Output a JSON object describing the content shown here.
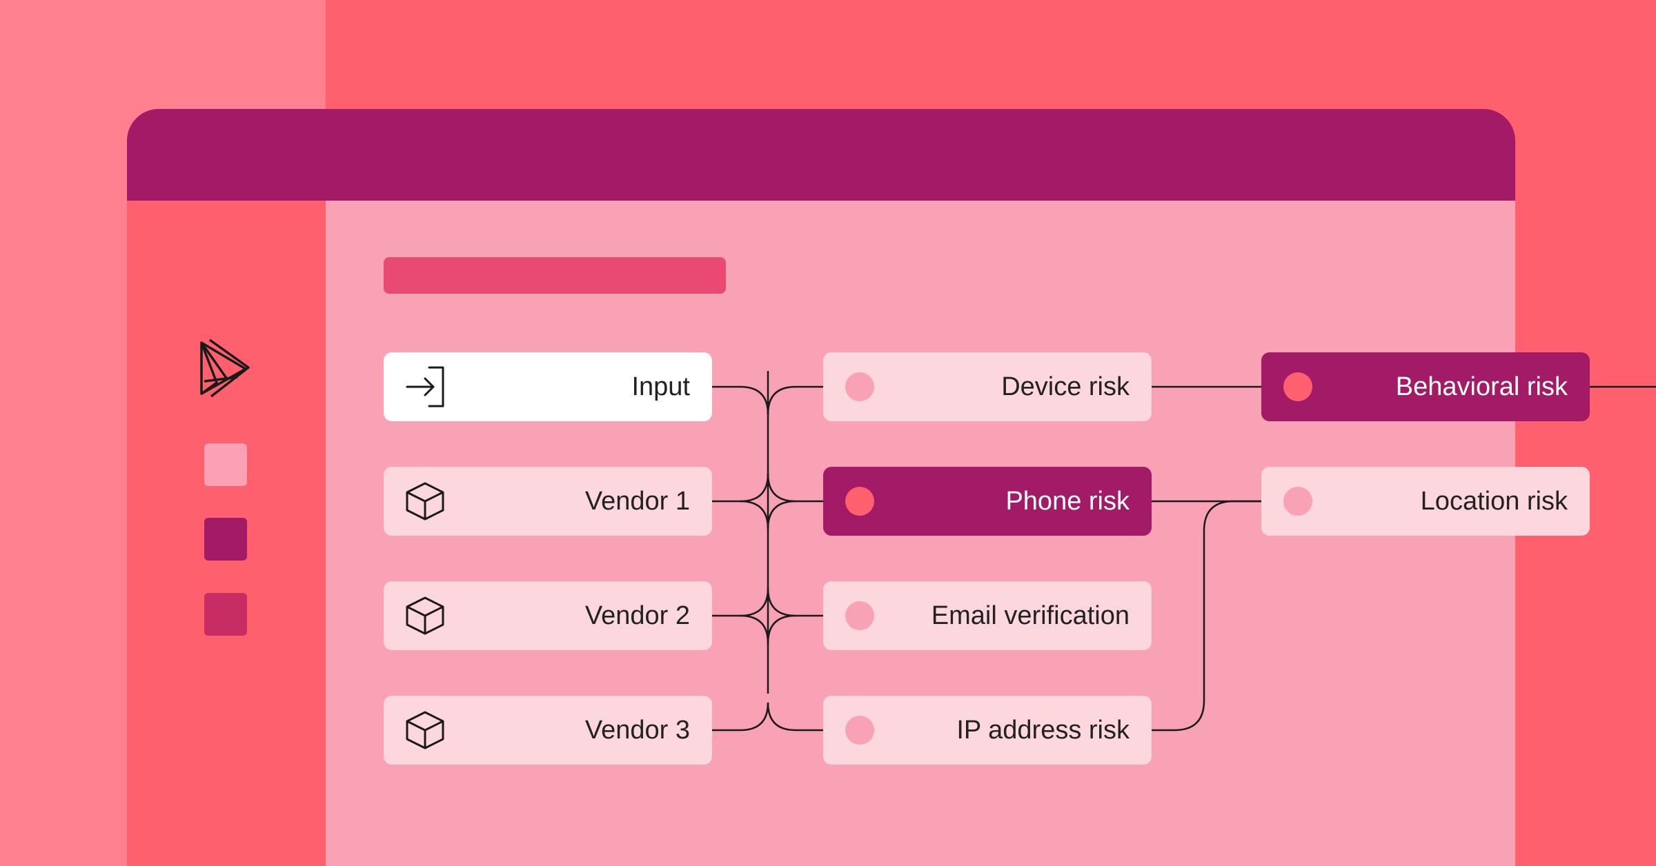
{
  "nodes": {
    "input": {
      "label": "Input",
      "icon": "enter-icon"
    },
    "vendor1": {
      "label": "Vendor 1",
      "icon": "cube-icon"
    },
    "vendor2": {
      "label": "Vendor 2",
      "icon": "cube-icon"
    },
    "vendor3": {
      "label": "Vendor 3",
      "icon": "cube-icon"
    },
    "device_risk": {
      "label": "Device risk"
    },
    "phone_risk": {
      "label": "Phone risk",
      "highlighted": true
    },
    "email_verification": {
      "label": "Email verification"
    },
    "ip_address_risk": {
      "label": "IP address risk"
    },
    "behavioral_risk": {
      "label": "Behavioral risk",
      "highlighted": true
    },
    "location_risk": {
      "label": "Location risk"
    }
  },
  "colors": {
    "background": "#ff606d",
    "background_left": "#ff808f",
    "titlebar": "#a31b66",
    "content": "#f9a1b5",
    "node_light": "#fdd7de",
    "node_dark": "#a31b66",
    "dot": "#f9a1b5",
    "dot_active": "#ff606d",
    "title_placeholder": "#e84a73",
    "line": "#1a1a1a"
  },
  "icons": {
    "logo": "prism-logo-icon"
  }
}
